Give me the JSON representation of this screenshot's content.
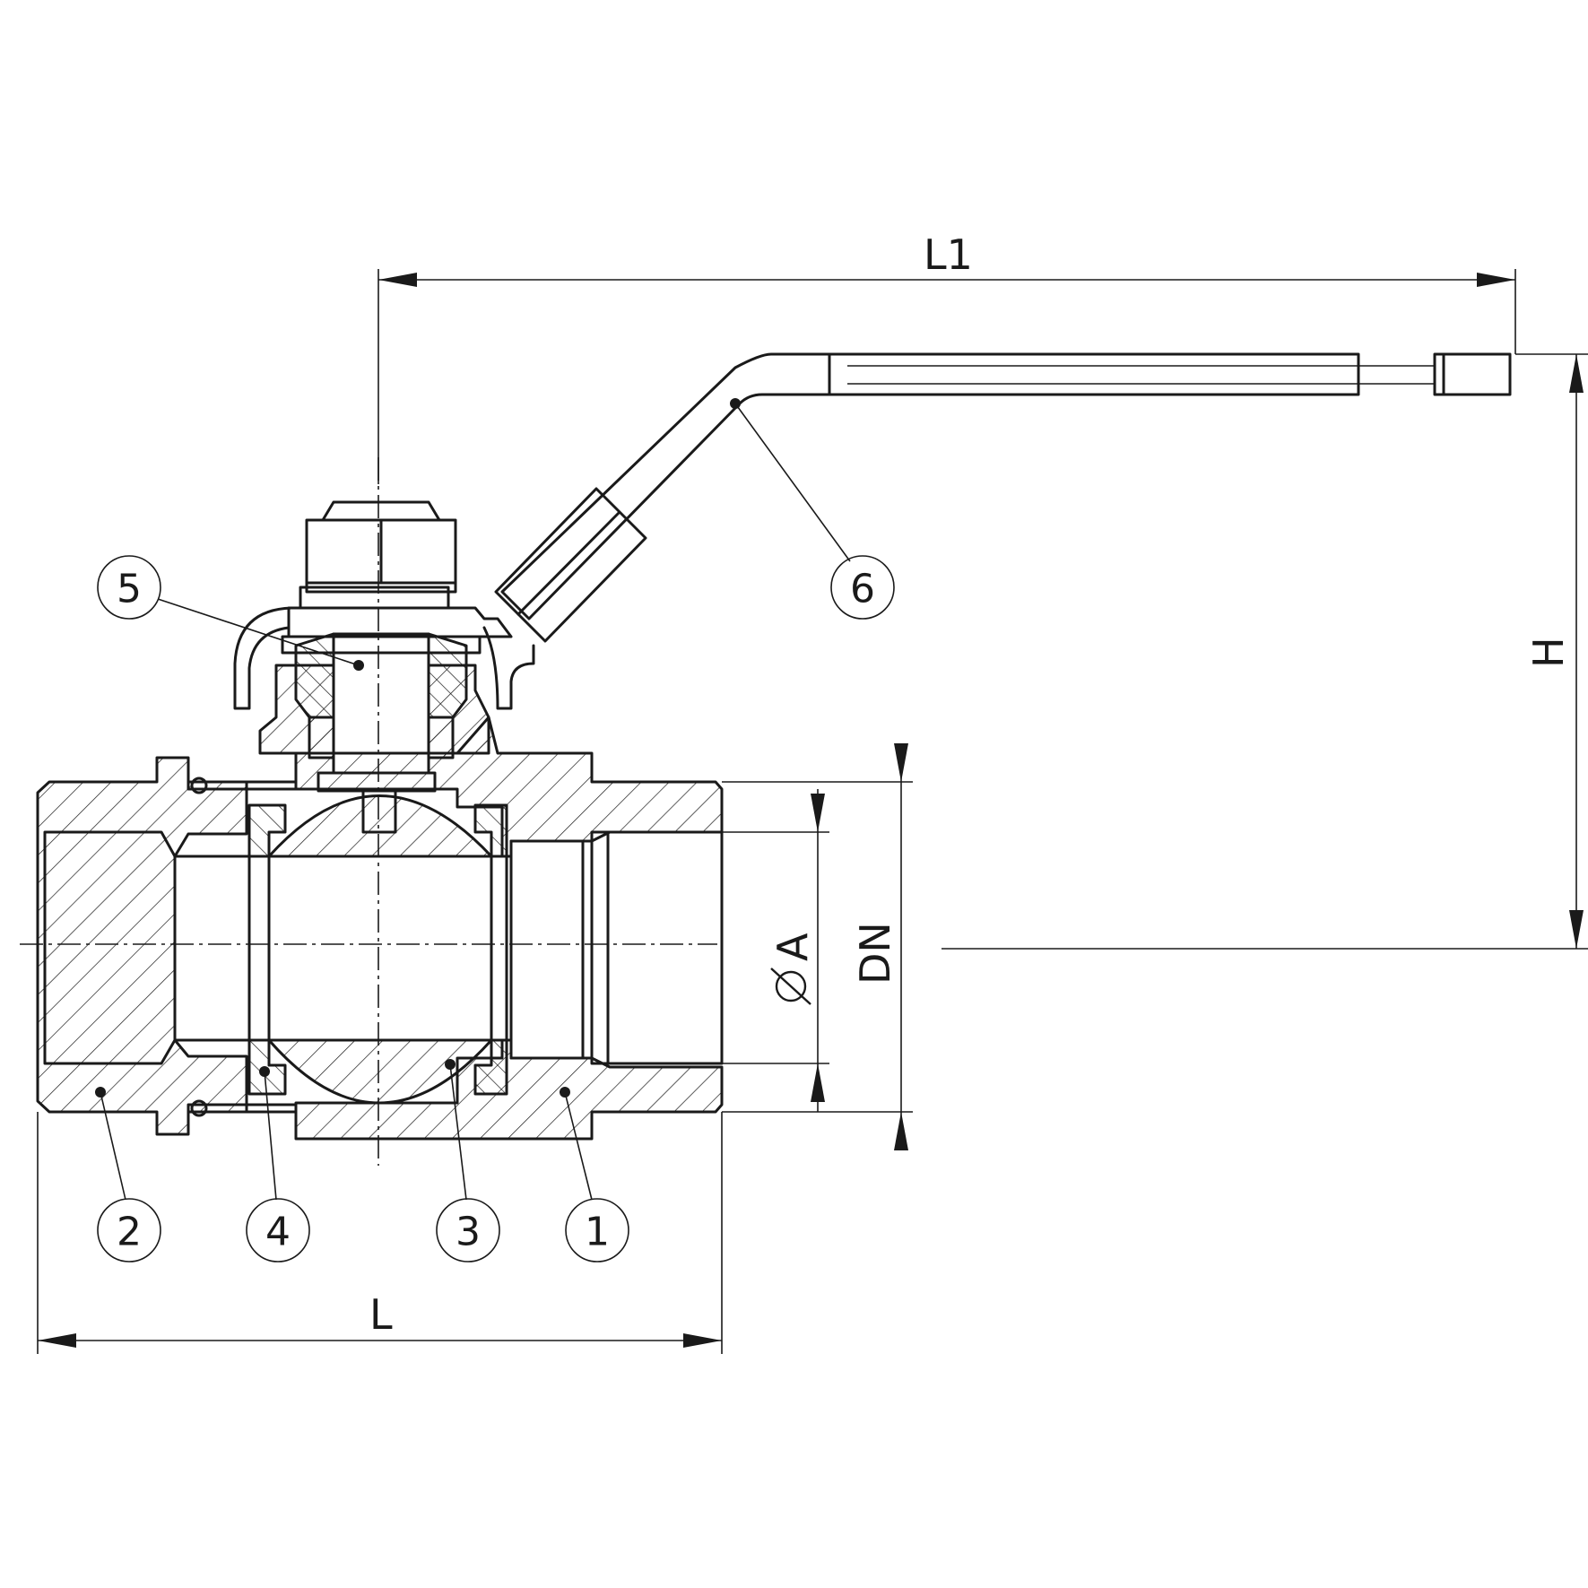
{
  "dimensions": {
    "L": "L",
    "L1": "L1",
    "H": "H",
    "DN": "DN",
    "A": "A"
  },
  "parts": [
    "1",
    "2",
    "3",
    "4",
    "5",
    "6"
  ],
  "colors": {
    "ink": "#1a1a1a",
    "paper": "#ffffff"
  }
}
